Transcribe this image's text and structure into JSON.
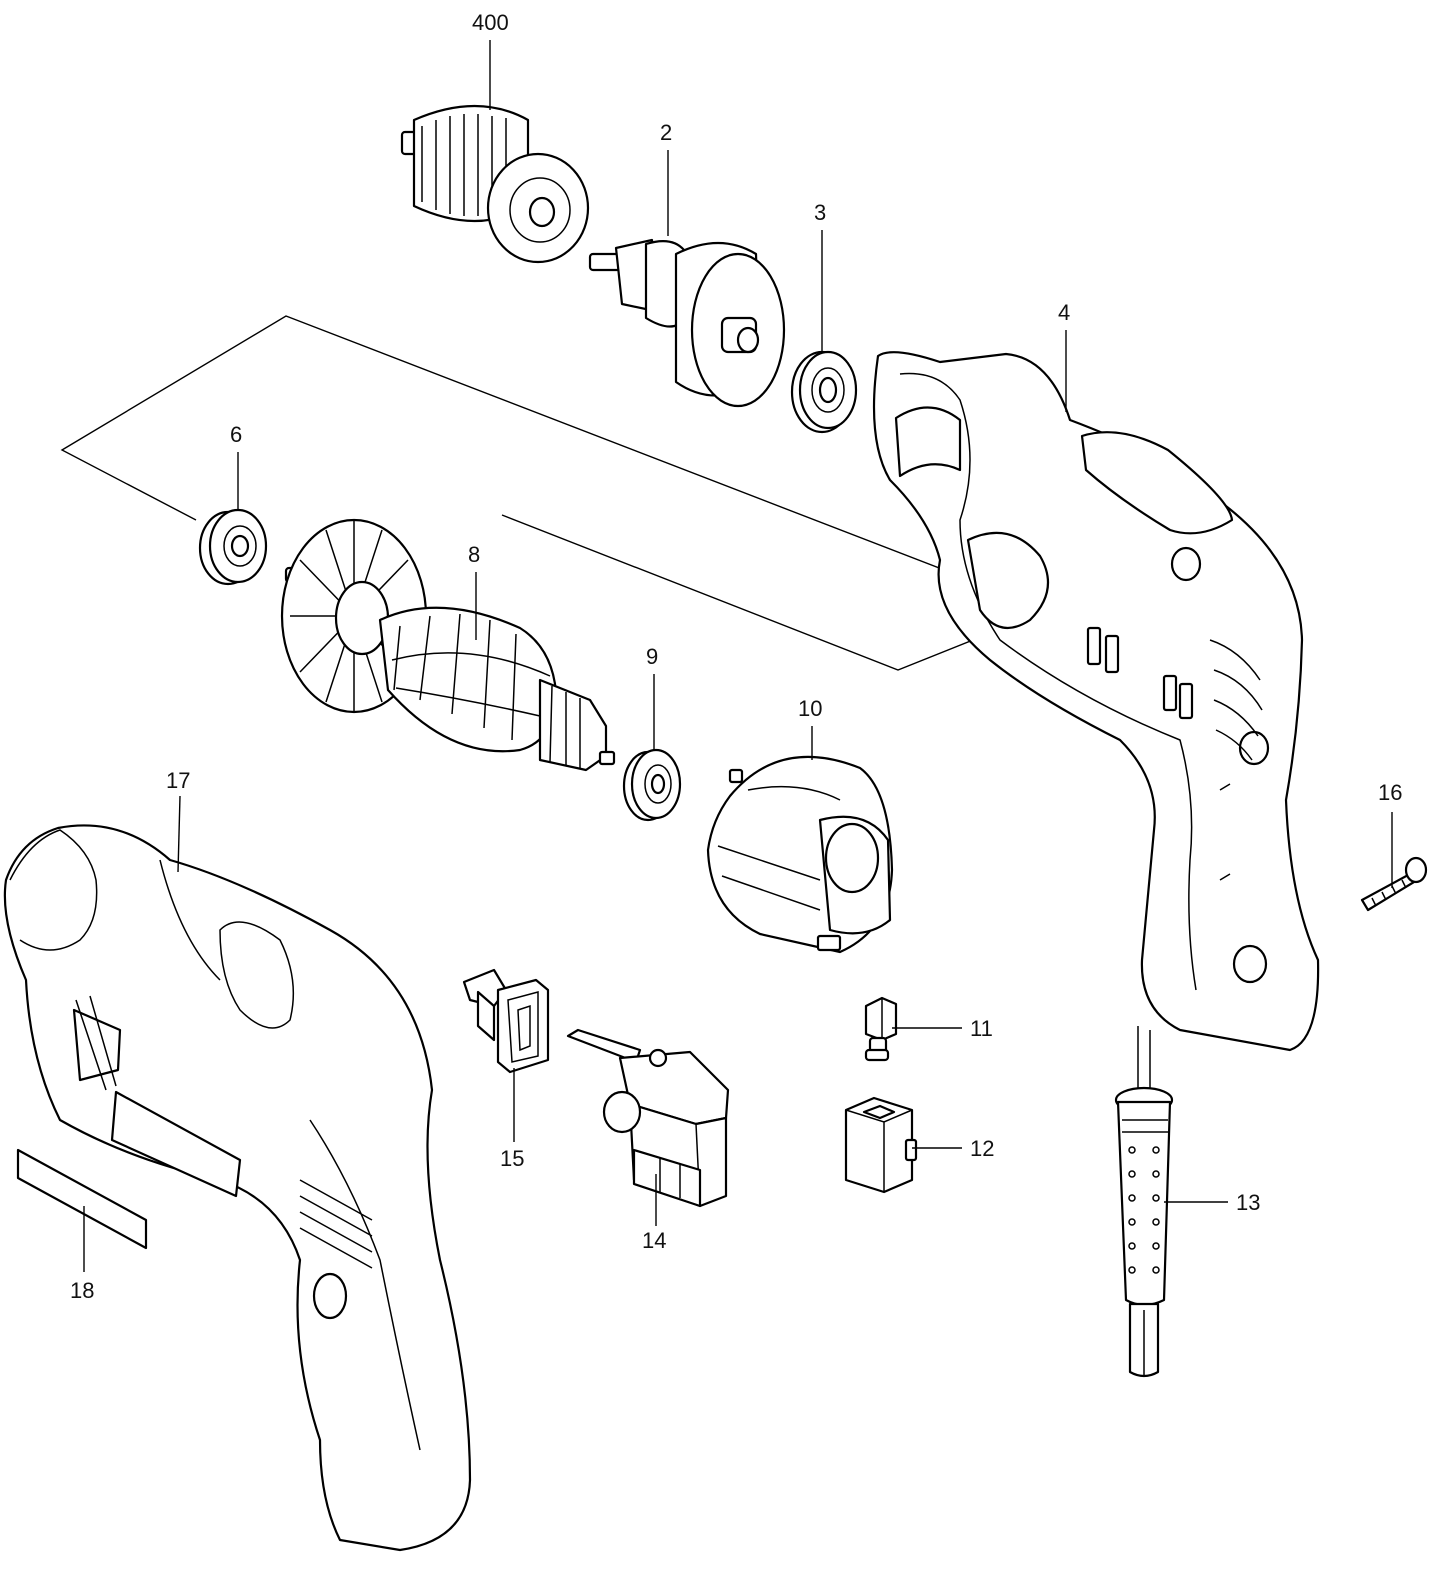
{
  "diagram": {
    "labels": {
      "p400": "400",
      "p2": "2",
      "p3": "3",
      "p4": "4",
      "p6": "6",
      "p8": "8",
      "p9": "9",
      "p10": "10",
      "p11": "11",
      "p12": "12",
      "p13": "13",
      "p14": "14",
      "p15": "15",
      "p16": "16",
      "p17": "17",
      "p18": "18"
    }
  }
}
